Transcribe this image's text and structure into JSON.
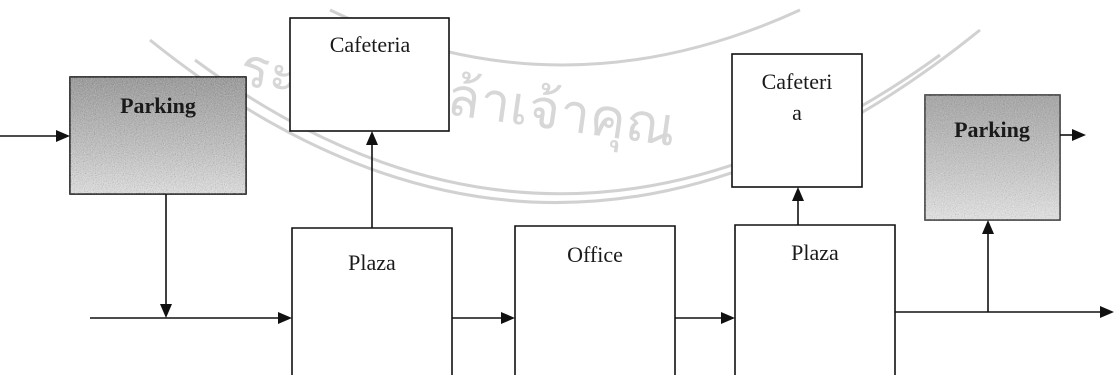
{
  "diagram": {
    "nodes": {
      "parking_left": {
        "label": "Parking",
        "style": "shaded"
      },
      "cafeteria_left": {
        "label": "Cafeteria",
        "style": "plain"
      },
      "plaza_left": {
        "label": "Plaza",
        "style": "plain"
      },
      "office": {
        "label": "Office",
        "style": "plain"
      },
      "cafeteria_right": {
        "label_line1": "Cafeteri",
        "label_line2": "a",
        "style": "plain"
      },
      "plaza_right": {
        "label": "Plaza",
        "style": "plain"
      },
      "parking_right": {
        "label": "Parking",
        "style": "shaded"
      }
    },
    "watermark": {
      "text": "ระจอมเกล้าเจ้าคุณ",
      "style": "faded seal arc"
    },
    "colors": {
      "line": "#111111",
      "shaded_fill": "#bdbdbd",
      "watermark": "#a8a8a8"
    }
  }
}
